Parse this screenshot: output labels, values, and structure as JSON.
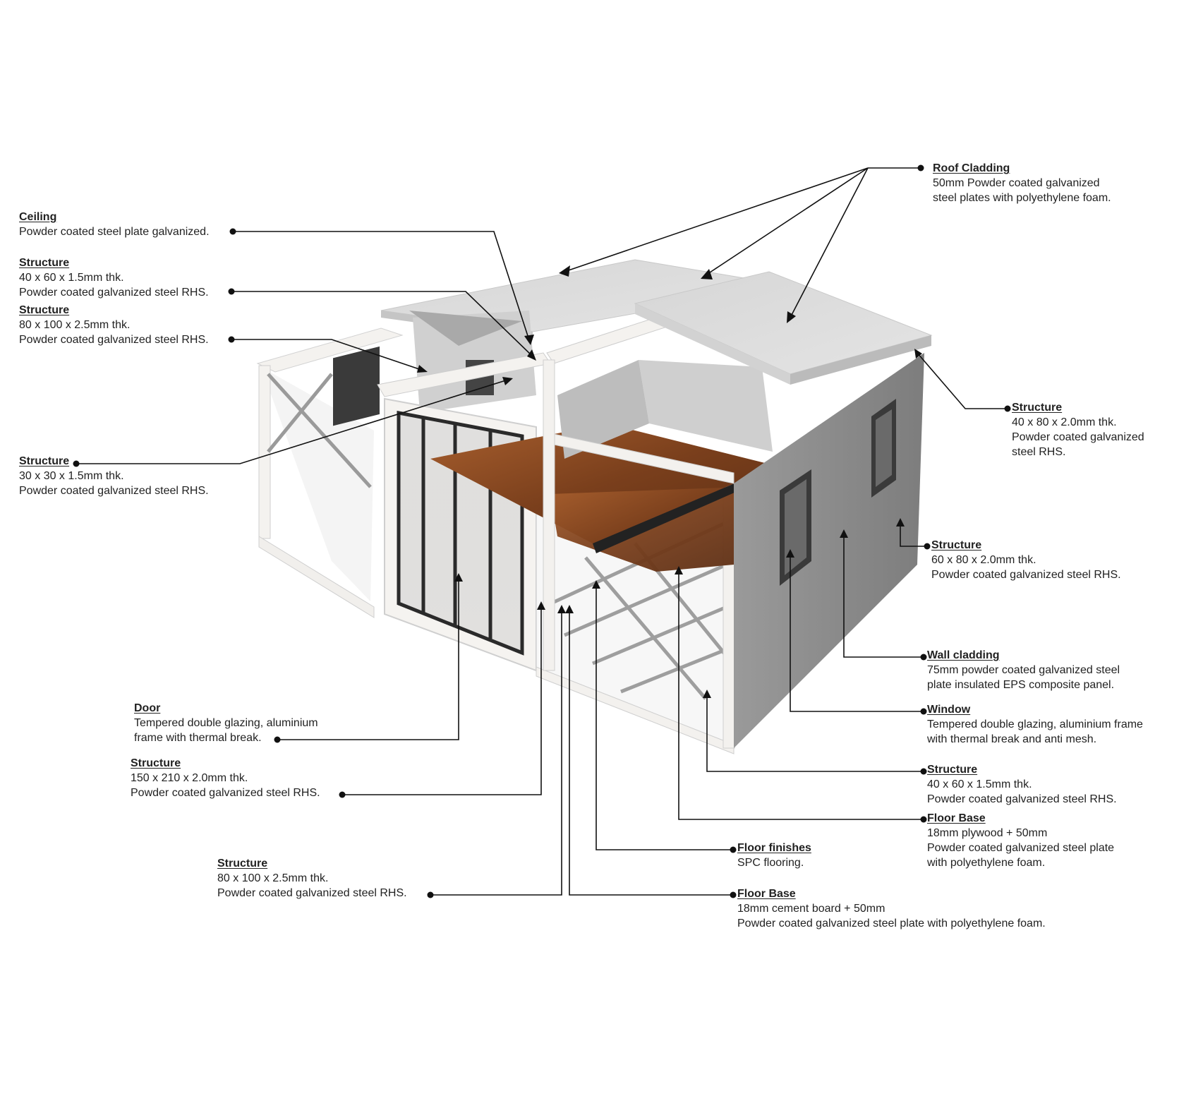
{
  "callouts": {
    "roof_cladding": {
      "title": "Roof Cladding",
      "lines": [
        "50mm Powder coated galvanized",
        "steel plates with polyethylene foam."
      ]
    },
    "ceiling": {
      "title": "Ceiling",
      "lines": [
        "Powder coated steel plate galvanized."
      ]
    },
    "structure_40x60_left": {
      "title": "Structure",
      "lines": [
        "40 x 60 x 1.5mm thk.",
        "Powder coated galvanized steel RHS."
      ]
    },
    "structure_80x100_top": {
      "title": "Structure",
      "lines": [
        "80 x 100 x 2.5mm thk.",
        "Powder coated galvanized steel RHS."
      ]
    },
    "structure_30x30": {
      "title": "Structure",
      "lines": [
        "30 x 30 x 1.5mm thk.",
        "Powder coated galvanized steel RHS."
      ]
    },
    "structure_40x80": {
      "title": "Structure",
      "lines": [
        "40 x  80 x 2.0mm thk.",
        "Powder coated galvanized",
        "steel RHS."
      ]
    },
    "structure_60x80": {
      "title": "Structure",
      "lines": [
        "60 x  80 x 2.0mm thk.",
        "Powder coated galvanized steel RHS."
      ]
    },
    "wall_cladding": {
      "title": "Wall cladding",
      "lines": [
        "75mm powder coated galvanized steel",
        "plate insulated EPS composite panel."
      ]
    },
    "window": {
      "title": "Window",
      "lines": [
        "Tempered double glazing, aluminium frame",
        "with thermal break and anti mesh."
      ]
    },
    "door": {
      "title": "Door",
      "lines": [
        "Tempered double glazing, aluminium",
        "frame with thermal break."
      ]
    },
    "structure_150x210": {
      "title": "Structure",
      "lines": [
        "150 x  210 x 2.0mm thk.",
        "Powder coated galvanized steel RHS."
      ]
    },
    "structure_40x60_right": {
      "title": "Structure",
      "lines": [
        "40 x  60 x 1.5mm thk.",
        "Powder coated galvanized steel RHS."
      ]
    },
    "floor_base_plywood": {
      "title": "Floor Base",
      "lines": [
        "18mm plywood + 50mm",
        "Powder coated galvanized steel plate",
        "with polyethylene foam."
      ]
    },
    "floor_finishes": {
      "title": "Floor finishes",
      "lines": [
        "SPC flooring."
      ]
    },
    "structure_80x100_bottom": {
      "title": "Structure",
      "lines": [
        "80 x 100 x 2.5mm thk.",
        "Powder coated galvanized steel RHS."
      ]
    },
    "floor_base_cement": {
      "title": "Floor Base",
      "lines": [
        "18mm cement board + 50mm",
        "Powder coated galvanized steel plate with polyethylene foam."
      ]
    }
  },
  "colors": {
    "roof": "#dcdcdc",
    "wall_cladding": "#8e8e8e",
    "frame": "#f3f1ee",
    "floor_wood": "#8a4a22",
    "steel_joist": "#e9e9e9",
    "glazing_frame": "#2a2a2a",
    "leader": "#111111"
  }
}
